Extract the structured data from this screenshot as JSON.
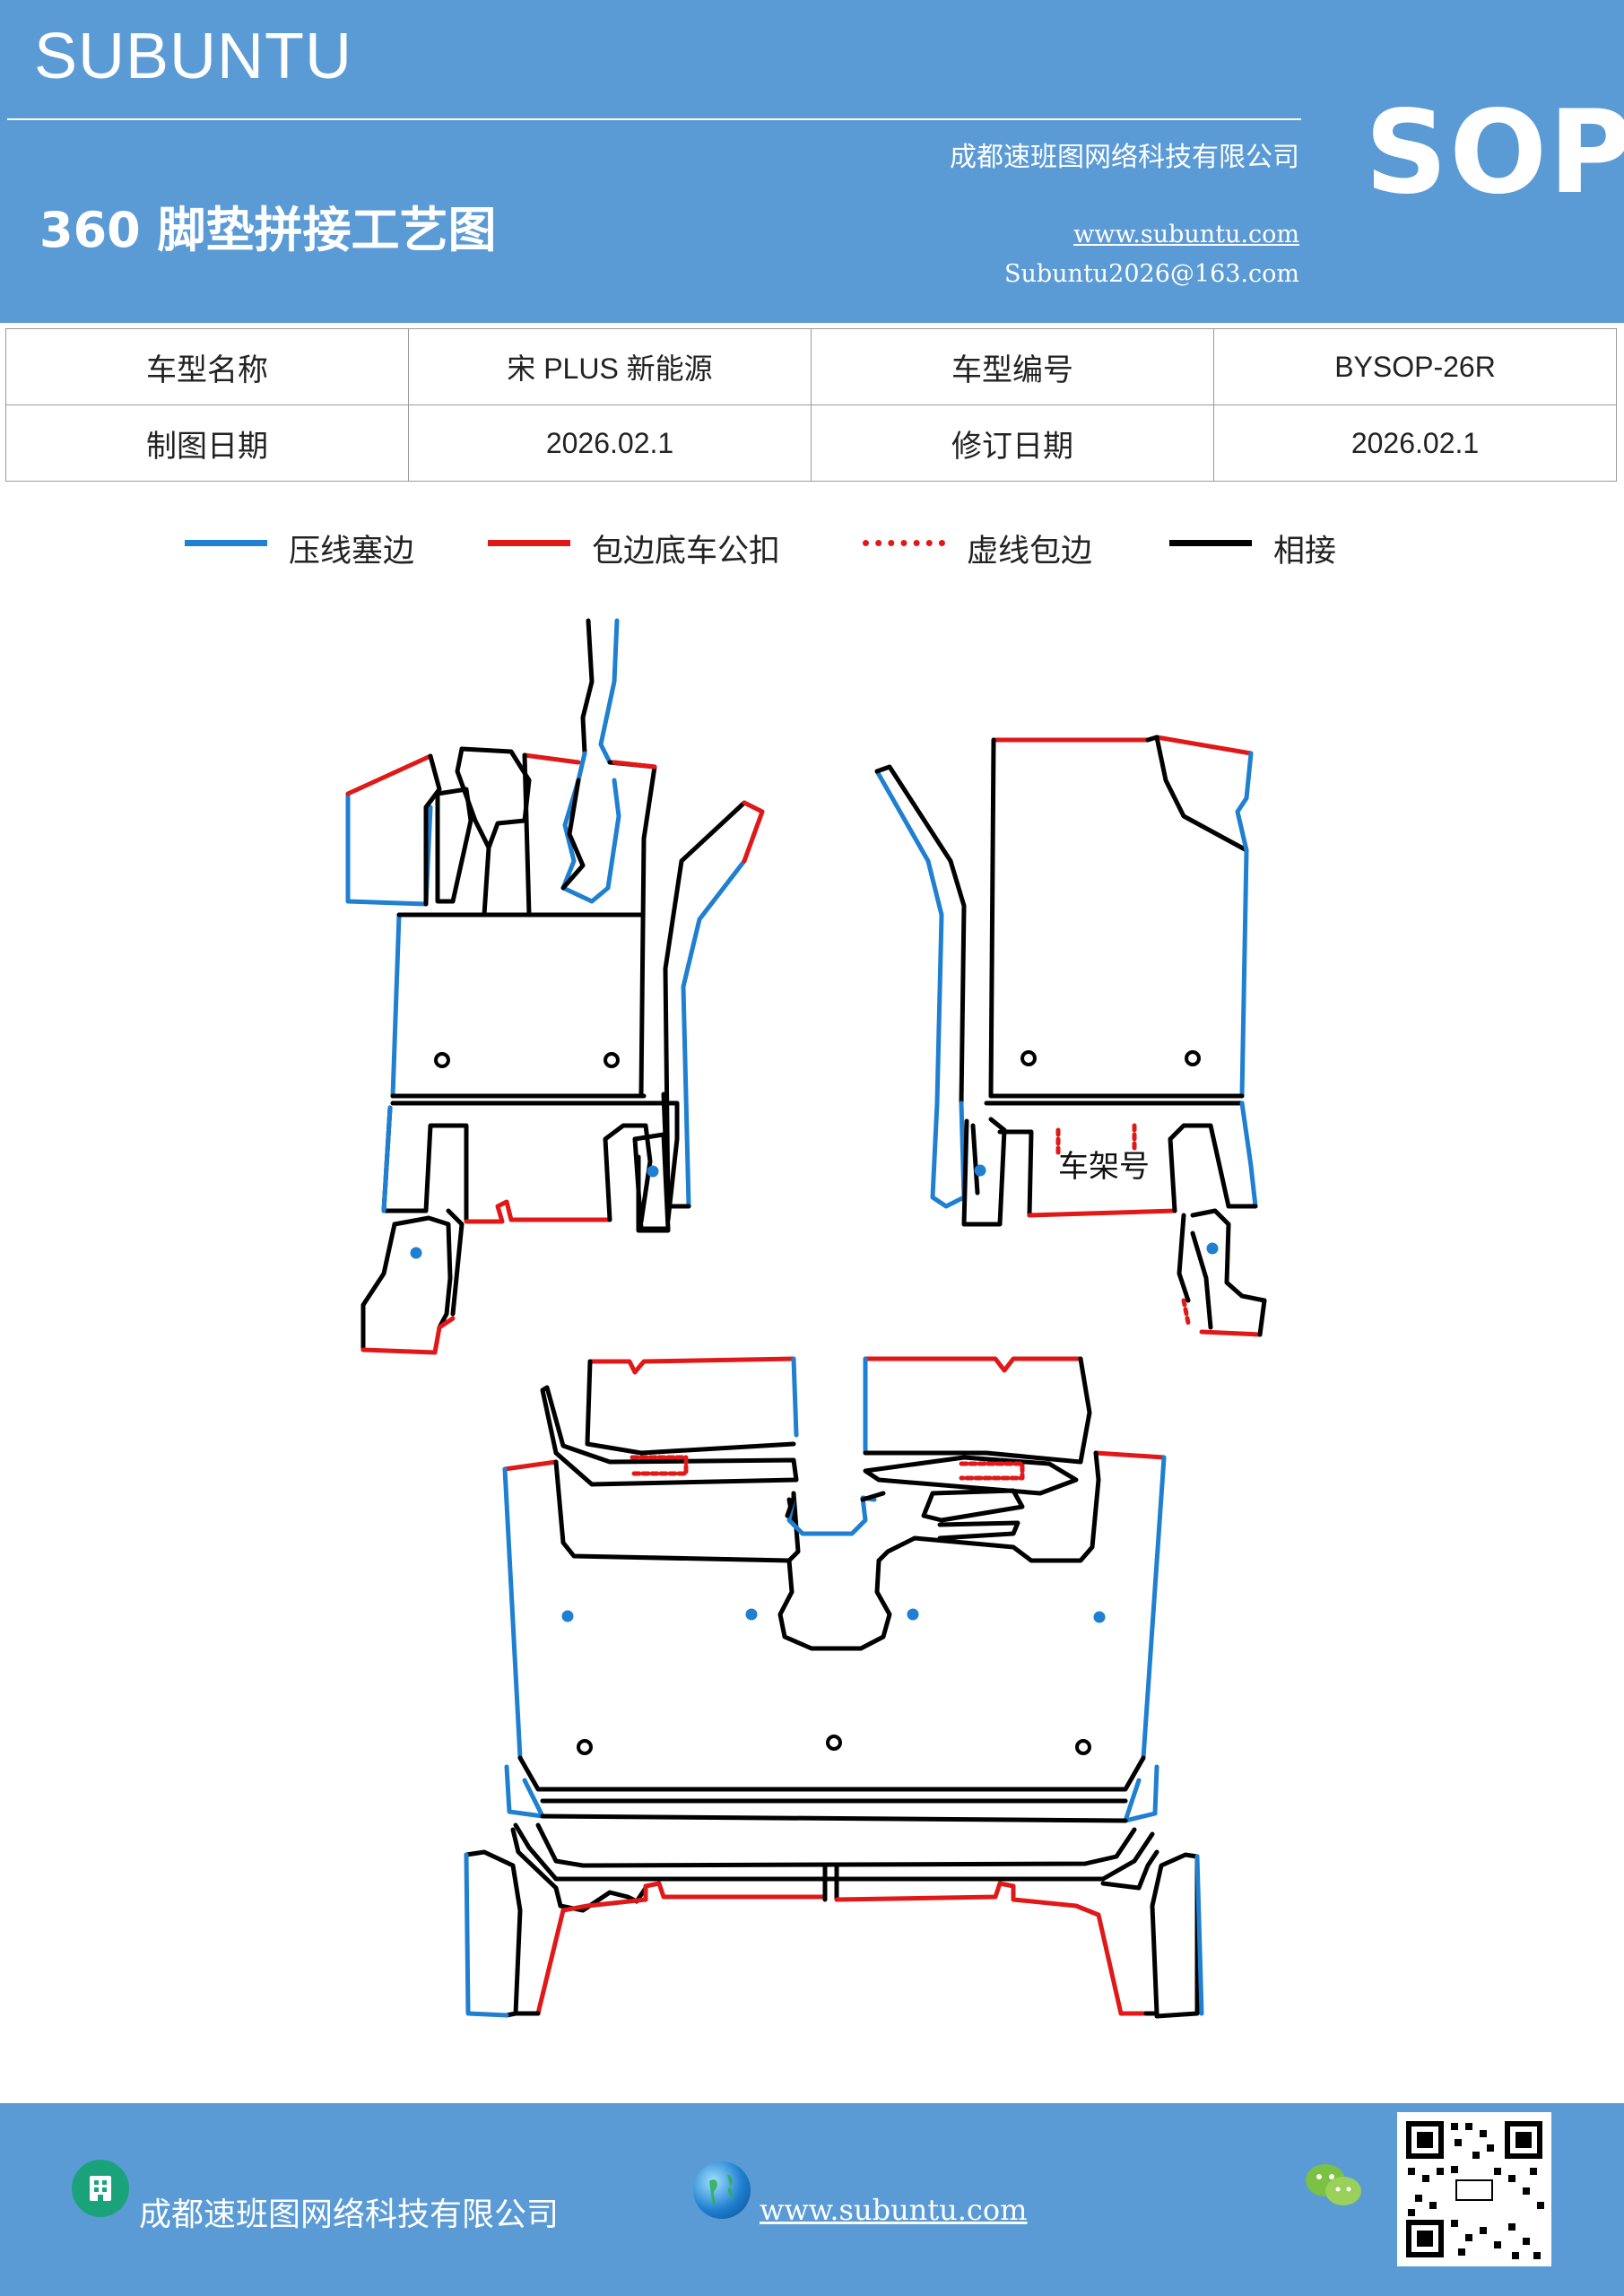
{
  "header": {
    "brand": "SUBUNTU",
    "company": "成都速班图网络科技有限公司",
    "title": "360 脚垫拼接工艺图",
    "website": "www.subuntu.com",
    "email": "Subuntu2026@163.com",
    "badge": "SOP"
  },
  "info_table": {
    "rows": [
      [
        "车型名称",
        "宋 PLUS 新能源",
        "车型编号",
        "BYSOP-26R"
      ],
      [
        "制图日期",
        "2026.02.1",
        "修订日期",
        "2026.02.1"
      ]
    ]
  },
  "legend": [
    {
      "label": "压线塞边",
      "color": "#1f7fd0",
      "style": "solid"
    },
    {
      "label": "包边底车公扣",
      "color": "#e01818",
      "style": "solid"
    },
    {
      "label": "虚线包边",
      "color": "#e01818",
      "style": "dotted"
    },
    {
      "label": "相接",
      "color": "#000000",
      "style": "solid"
    }
  ],
  "diagram": {
    "frame_label": "车架号"
  },
  "footer": {
    "company": "成都速班图网络科技有限公司",
    "website": "www.subuntu.com",
    "icons": [
      "building-icon",
      "globe-icon",
      "wechat-icon",
      "qr-code"
    ]
  },
  "colors": {
    "header_blue": "#5b9bd5",
    "blue_line": "#1f7fd0",
    "red_line": "#e01818"
  }
}
